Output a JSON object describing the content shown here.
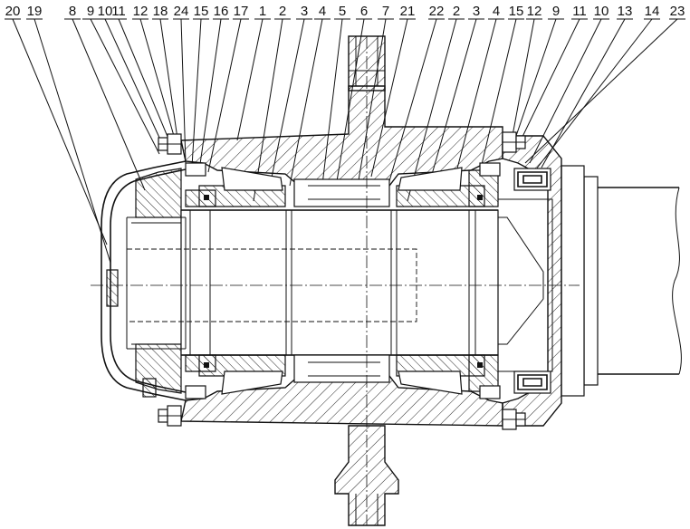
{
  "callouts_top": [
    "20",
    "19",
    "8",
    "9",
    "10",
    "11",
    "12",
    "18",
    "24",
    "15",
    "16",
    "17",
    "1",
    "2",
    "3",
    "4",
    "5",
    "6",
    "7",
    "21",
    "22",
    "2",
    "3",
    "4",
    "15",
    "12",
    "9",
    "11",
    "10",
    "13",
    "14",
    "23"
  ]
}
